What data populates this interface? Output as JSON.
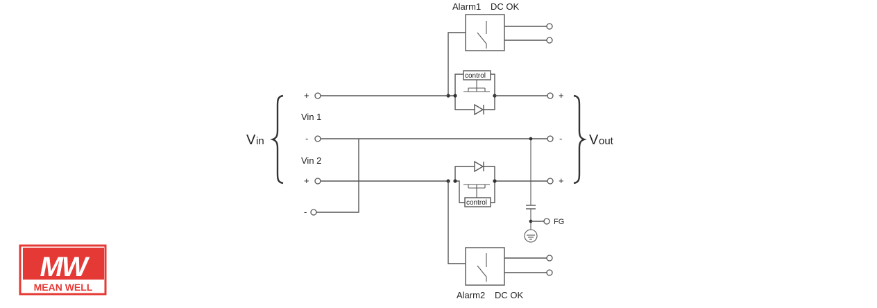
{
  "labels": {
    "alarm1": "Alarm1",
    "alarm2": "Alarm2",
    "dc_ok_1": "DC OK",
    "dc_ok_2": "DC OK",
    "vin1": "Vin 1",
    "vin2": "Vin 2",
    "vin_main": "V",
    "vin_sub": "in",
    "vout_main": "V",
    "vout_sub": "out",
    "plus": "+",
    "minus": "-",
    "fg": "FG",
    "control": "control"
  },
  "logo": {
    "text": "MEAN WELL",
    "mark": "MW",
    "color": "#e53935"
  }
}
